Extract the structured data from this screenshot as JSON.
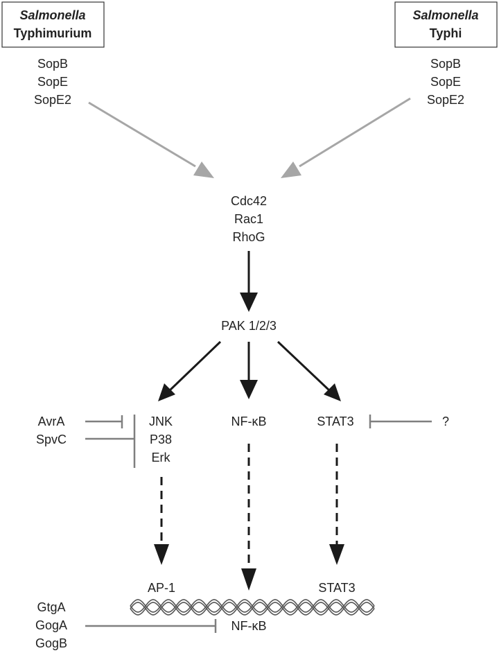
{
  "colors": {
    "gray_arrow": "#a6a6a6",
    "black_arrow": "#1a1a1a",
    "inhibit_line": "#7f7f7f",
    "dna": "#555555"
  },
  "strains": {
    "left": {
      "genus": "Salmonella",
      "serovar": "Typhimurium",
      "effectors": [
        "SopB",
        "SopE",
        "SopE2"
      ]
    },
    "right": {
      "genus": "Salmonella",
      "serovar": "Typhi",
      "effectors": [
        "SopB",
        "SopE",
        "SopE2"
      ]
    }
  },
  "gtpases": [
    "Cdc42",
    "Rac1",
    "RhoG"
  ],
  "pak": "PAK 1/2/3",
  "mapk": [
    "JNK",
    "P38",
    "Erk"
  ],
  "nfkb": "NF-κB",
  "stat3": "STAT3",
  "inhibitors": {
    "avra": "AvrA",
    "spvc": "SpvC",
    "unknown": "?"
  },
  "nucleus": {
    "ap1": "AP-1",
    "stat3": "STAT3",
    "nfkb": "NF-κB",
    "inhibitors": [
      "GtgA",
      "GogA",
      "GogB"
    ]
  }
}
